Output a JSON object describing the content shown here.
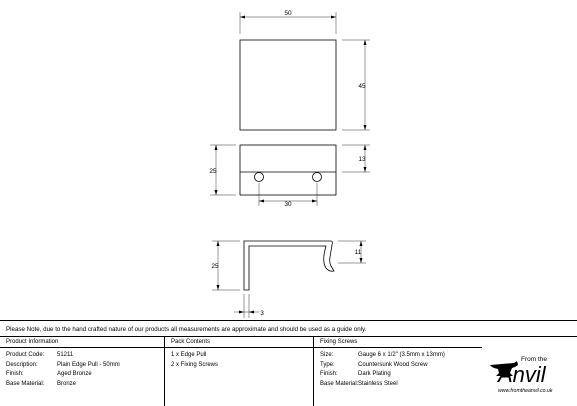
{
  "drawing": {
    "dim_width_top": "50",
    "dim_height_front": "45",
    "dim_height_side_top": "13",
    "dim_height_side_left": "25",
    "dim_hole_spacing": "30",
    "dim_profile_height": "25",
    "dim_profile_lip": "11",
    "dim_profile_thickness": "3"
  },
  "note": "Please Note, due to the hand crafted nature of our products all measurements are approximate and should be used as a guide only.",
  "product_info": {
    "header": "Product Information",
    "rows": [
      {
        "label": "Product Code:",
        "value": "51211"
      },
      {
        "label": "Description:",
        "value": "Plain Edge Pull - 50mm"
      },
      {
        "label": "Finish:",
        "value": "Aged Bronze"
      },
      {
        "label": "Base Material:",
        "value": "Bronze"
      }
    ]
  },
  "pack_contents": {
    "header": "Pack Contents",
    "items": [
      "1 x Edge Pull",
      "2 x Fixing Screws"
    ]
  },
  "fixing_screws": {
    "header": "Fixing Screws",
    "rows": [
      {
        "label": "Size:",
        "value": "Gauge 6 x 1/2\" (3.5mm x 13mm)"
      },
      {
        "label": "Type:",
        "value": "Countersunk Wood Screw"
      },
      {
        "label": "Finish:",
        "value": "Dark Plating"
      },
      {
        "label": "Base Material:",
        "value": "Stainless Steel"
      }
    ]
  },
  "logo": {
    "from_the": "From the",
    "brand": "Anvil",
    "url": "www.fromtheanvil.co.uk"
  }
}
